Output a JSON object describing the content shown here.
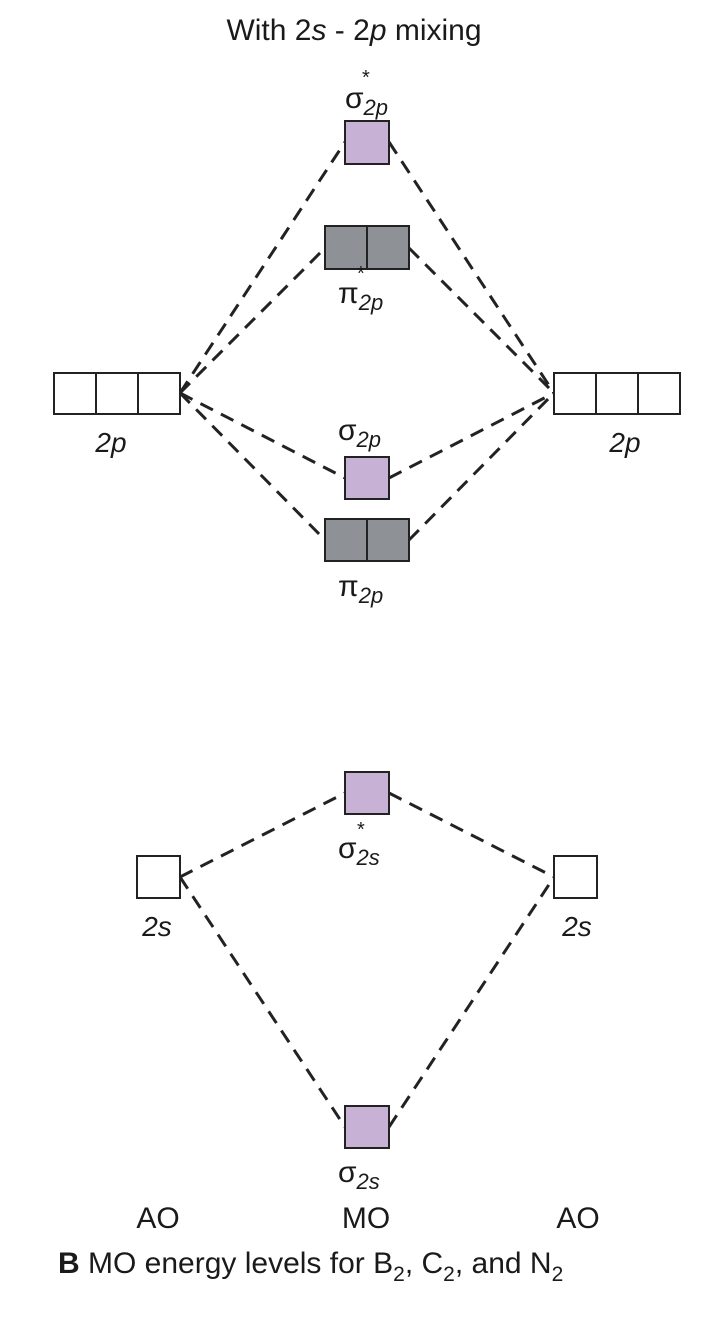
{
  "title": {
    "prefix": "With 2",
    "s1": "s",
    "middle": " - 2",
    "p1": "p",
    "suffix": " mixing"
  },
  "labels": {
    "sigma_star_2p": {
      "greek": "σ",
      "star": "*",
      "sub": "2p"
    },
    "pi_star_2p": {
      "greek": "π",
      "star": "*",
      "sub": "2p"
    },
    "sigma_2p": {
      "greek": "σ",
      "sub": "2p"
    },
    "pi_2p": {
      "greek": "π",
      "sub": "2p"
    },
    "sigma_star_2s": {
      "greek": "σ",
      "star": "*",
      "sub": "2s"
    },
    "sigma_2s": {
      "greek": "σ",
      "sub": "2s"
    },
    "left_2p": "2p",
    "right_2p": "2p",
    "left_2s": "2s",
    "right_2s": "2s"
  },
  "columns": {
    "left": "AO",
    "middle": "MO",
    "right": "AO"
  },
  "caption": {
    "letter": "B",
    "text_a": " MO energy levels for B",
    "sub_a": "2",
    "text_b": ", C",
    "sub_b": "2",
    "text_c": ", and N",
    "sub_c": "2"
  },
  "colors": {
    "occupied_sigma": "#c7b2d6",
    "occupied_pi": "#8e9296",
    "empty": "#ffffff"
  }
}
